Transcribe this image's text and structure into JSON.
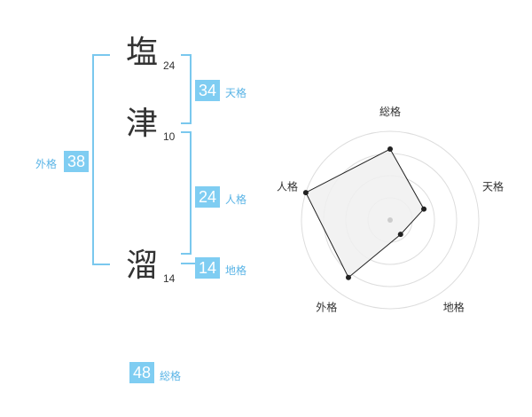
{
  "name": {
    "chars": [
      {
        "char": "塩",
        "strokes": "24"
      },
      {
        "char": "津",
        "strokes": "10"
      },
      {
        "char": "溜",
        "strokes": "14"
      }
    ]
  },
  "kaku": {
    "tenkaku": {
      "value": "34",
      "label": "天格"
    },
    "jinkaku": {
      "value": "24",
      "label": "人格"
    },
    "chikaku": {
      "value": "14",
      "label": "地格"
    },
    "gaikaku": {
      "value": "38",
      "label": "外格"
    },
    "soukaku": {
      "value": "48",
      "label": "総格"
    }
  },
  "chart_data": {
    "type": "radar",
    "axes": [
      "総格",
      "天格",
      "地格",
      "外格",
      "人格"
    ],
    "values": [
      4,
      2,
      1,
      4,
      5
    ],
    "rlim": [
      0,
      5
    ],
    "rings": 4,
    "colors": {
      "fill": "#f0f0f0",
      "line": "#222222",
      "grid": "#dddddd",
      "center": "#cccccc"
    }
  }
}
